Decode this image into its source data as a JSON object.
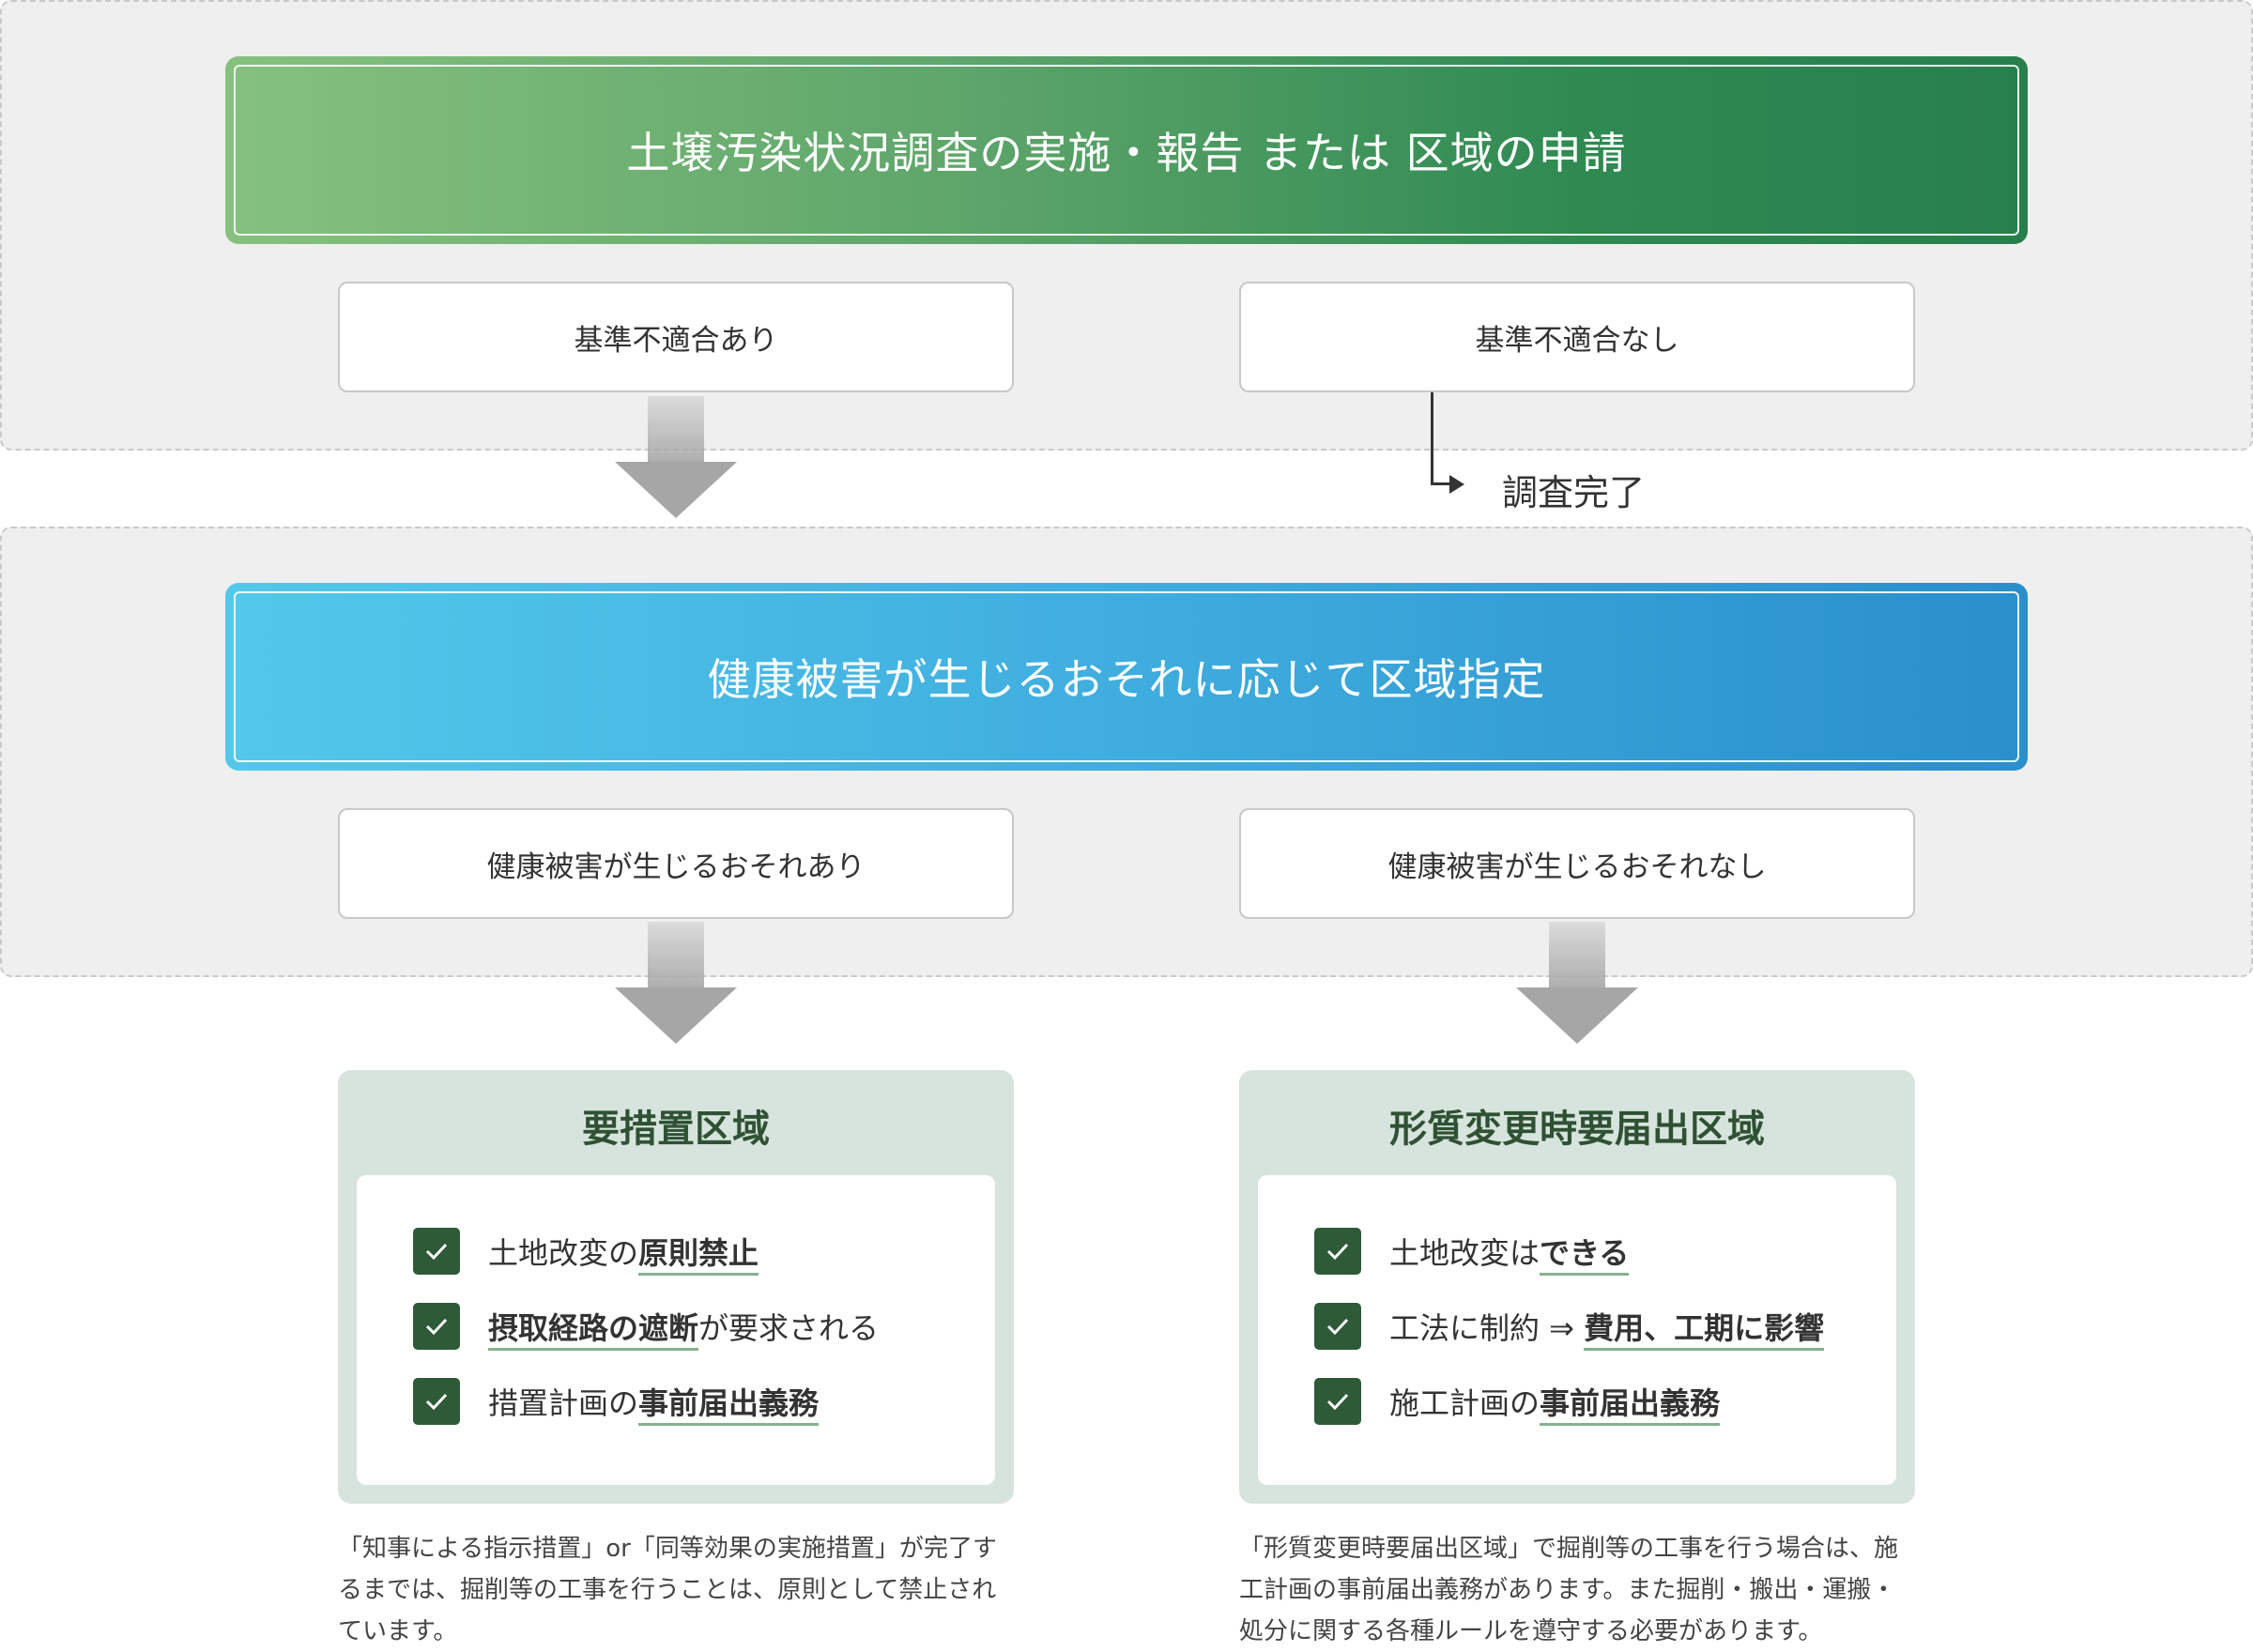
{
  "stage1": {
    "banner": "土壌汚染状況調査の実施・報告 または 区域の申請",
    "left": "基準不適合あり",
    "right": "基準不適合なし",
    "end_label": "調査完了"
  },
  "stage2": {
    "banner": "健康被害が生じるおそれに応じて区域指定",
    "left": "健康被害が生じるおそれあり",
    "right": "健康被害が生じるおそれなし"
  },
  "zones": {
    "left": {
      "title": "要措置区域",
      "items": [
        {
          "pre": "土地改変の",
          "em": "原則禁止",
          "post": ""
        },
        {
          "pre": "",
          "em": "摂取経路の遮断",
          "post": "が要求される"
        },
        {
          "pre": "措置計画の",
          "em": "事前届出義務",
          "post": ""
        }
      ],
      "note": "「知事による指示措置」or「同等効果の実施措置」が完了するまでは、掘削等の工事を行うことは、原則として禁止されています。"
    },
    "right": {
      "title": "形質変更時要届出区域",
      "items": [
        {
          "pre": "土地改変は",
          "em": "できる",
          "post": ""
        },
        {
          "pre": "工法に制約 ⇒ ",
          "em": "費用、工期に影響",
          "post": ""
        },
        {
          "pre": "施工計画の",
          "em": "事前届出義務",
          "post": ""
        }
      ],
      "note": "「形質変更時要届出区域」で掘削等の工事を行う場合は、施工計画の事前届出義務があります。また掘削・搬出・運搬・処分に関する各種ルールを遵守する必要があります。"
    }
  },
  "colors": {
    "stage1_banner_start": "#86c17e",
    "stage1_banner_end": "#287f4d",
    "stage2_banner_start": "#53c8ea",
    "stage2_banner_end": "#2a8fcb",
    "zone_bg": "#d7e4dd",
    "check_bg": "#2f5a38",
    "arrow": "#a6a6a6"
  },
  "icons": {
    "check": "check-icon",
    "flow_down": "arrow-down-icon",
    "flow_elbow": "elbow-arrow-icon"
  }
}
